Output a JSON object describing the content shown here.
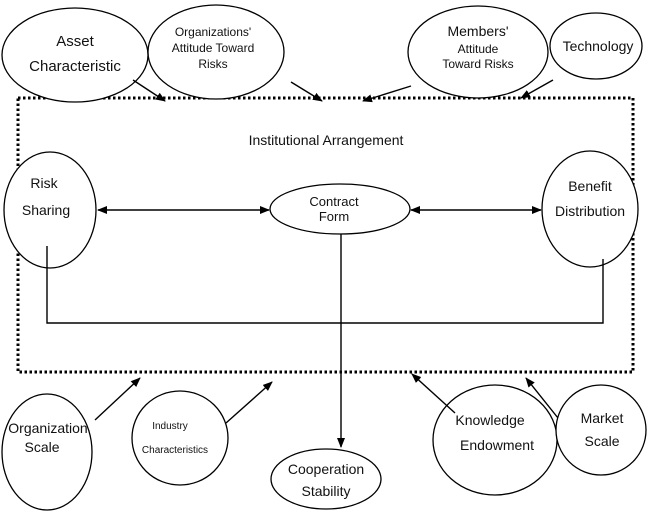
{
  "diagram": {
    "container_label": "Institutional Arrangement",
    "top_factors": [
      {
        "lines": [
          "Asset",
          "Characteristic"
        ]
      },
      {
        "lines": [
          "Organizations'",
          "Attitude Toward",
          "Risks"
        ]
      },
      {
        "lines": [
          "Members'",
          "Attitude",
          "Toward Risks"
        ]
      },
      {
        "lines": [
          "Technology"
        ]
      }
    ],
    "inner_nodes": {
      "risk_sharing": [
        "Risk",
        "Sharing"
      ],
      "contract_form": [
        "Contract",
        "Form"
      ],
      "benefit_distribution": [
        "Benefit",
        "Distribution"
      ]
    },
    "outcome": [
      "Cooperation",
      "Stability"
    ],
    "bottom_factors": [
      {
        "lines": [
          "Organization",
          "Scale"
        ]
      },
      {
        "lines": [
          "Industry",
          "Characteristics"
        ]
      },
      {
        "lines": [
          "Knowledge",
          "Endowment"
        ]
      },
      {
        "lines": [
          "Market",
          "Scale"
        ]
      }
    ]
  }
}
